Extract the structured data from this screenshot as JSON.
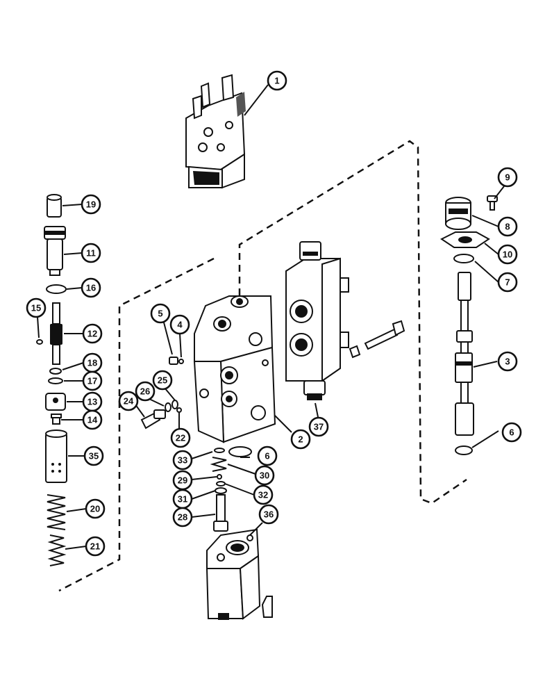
{
  "callouts": [
    {
      "label": "1"
    },
    {
      "label": "9"
    },
    {
      "label": "19"
    },
    {
      "label": "8"
    },
    {
      "label": "11"
    },
    {
      "label": "10"
    },
    {
      "label": "7"
    },
    {
      "label": "16"
    },
    {
      "label": "15"
    },
    {
      "label": "5"
    },
    {
      "label": "4"
    },
    {
      "label": "12"
    },
    {
      "label": "3"
    },
    {
      "label": "18"
    },
    {
      "label": "17"
    },
    {
      "label": "13"
    },
    {
      "label": "26"
    },
    {
      "label": "25"
    },
    {
      "label": "24"
    },
    {
      "label": "14"
    },
    {
      "label": "22"
    },
    {
      "label": "2"
    },
    {
      "label": "37"
    },
    {
      "label": "35"
    },
    {
      "label": "6"
    },
    {
      "label": "6"
    },
    {
      "label": "33"
    },
    {
      "label": "30"
    },
    {
      "label": "29"
    },
    {
      "label": "32"
    },
    {
      "label": "31"
    },
    {
      "label": "20"
    },
    {
      "label": "36"
    },
    {
      "label": "28"
    },
    {
      "label": "21"
    }
  ],
  "colors": {
    "ink": "#111111",
    "paper": "#ffffff"
  }
}
